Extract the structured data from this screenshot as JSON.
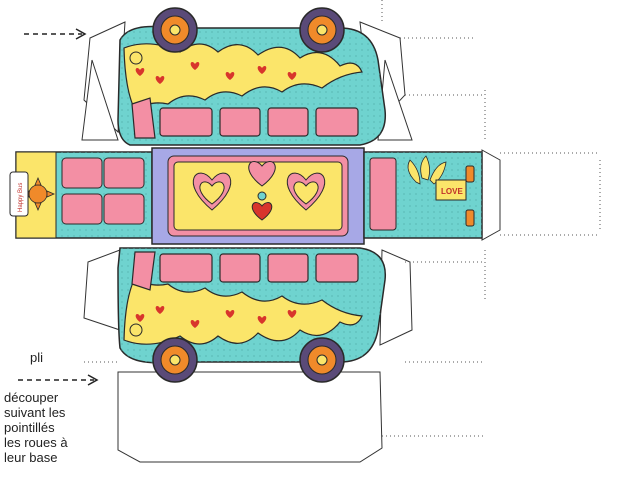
{
  "labels": {
    "fold": "pli",
    "cut_instructions": [
      "découper",
      "suivant les",
      "pointillés",
      "les roues à",
      "leur base"
    ],
    "sign_love": "LOVE",
    "sign_happy": "Happy Bus"
  },
  "colors": {
    "turquoise": "#6fd3cf",
    "pink": "#f38fa4",
    "yellow": "#fbe56a",
    "lavender": "#a7a8e6",
    "red": "#d8352c",
    "orange": "#f08a2a",
    "outline": "#2a2a2a",
    "tire": "#5a4a78"
  },
  "icons": {
    "arrow": "dashed-right-arrow",
    "sun": "sun-face-icon",
    "heart": "heart-icon",
    "flower": "lotus-flower-icon"
  }
}
